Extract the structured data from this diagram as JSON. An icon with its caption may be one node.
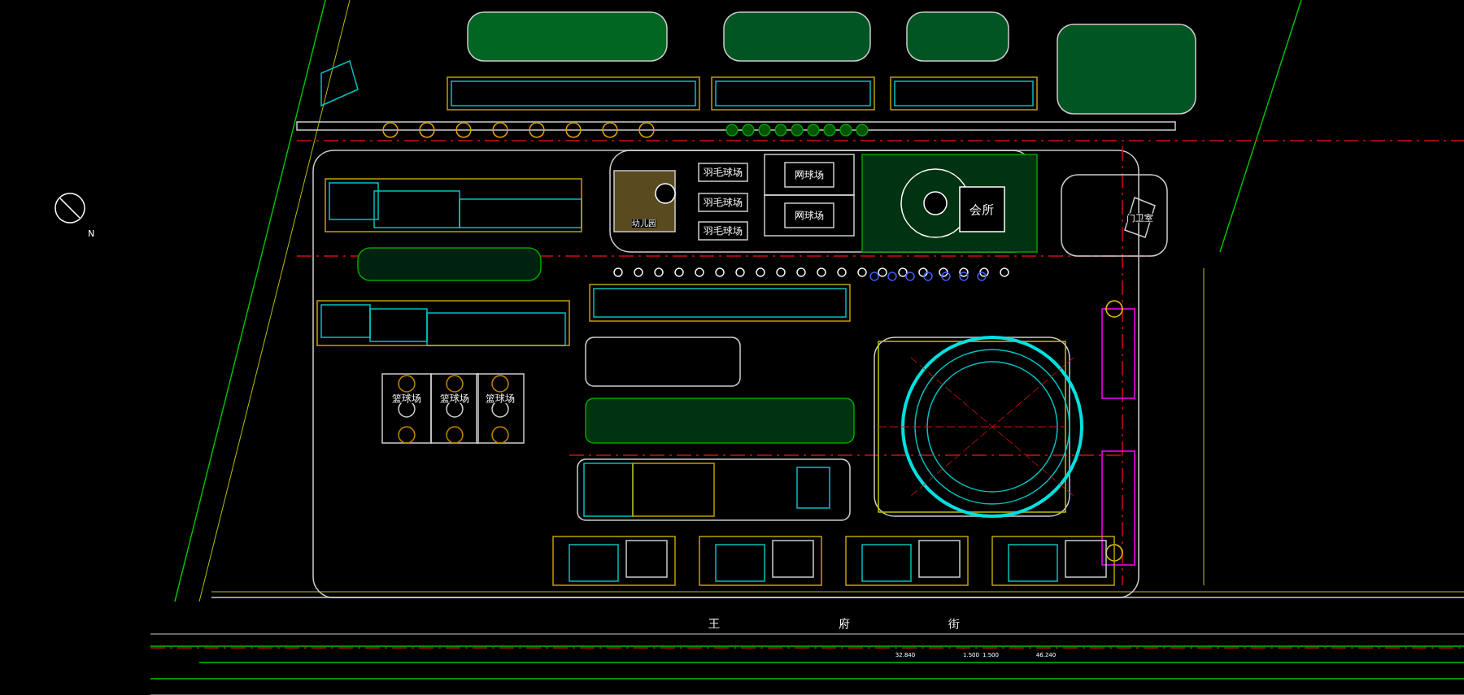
{
  "diagram": {
    "labels": [
      "羽毛球场",
      "羽毛球场",
      "羽毛球场",
      "网球场",
      "网球场",
      "会所",
      "幼儿园",
      "门卫室",
      "N",
      "篮球场",
      "篮球场",
      "篮球场",
      "王",
      "府",
      "街",
      "32.840",
      "1.500",
      "1.500",
      "46.240"
    ]
  }
}
